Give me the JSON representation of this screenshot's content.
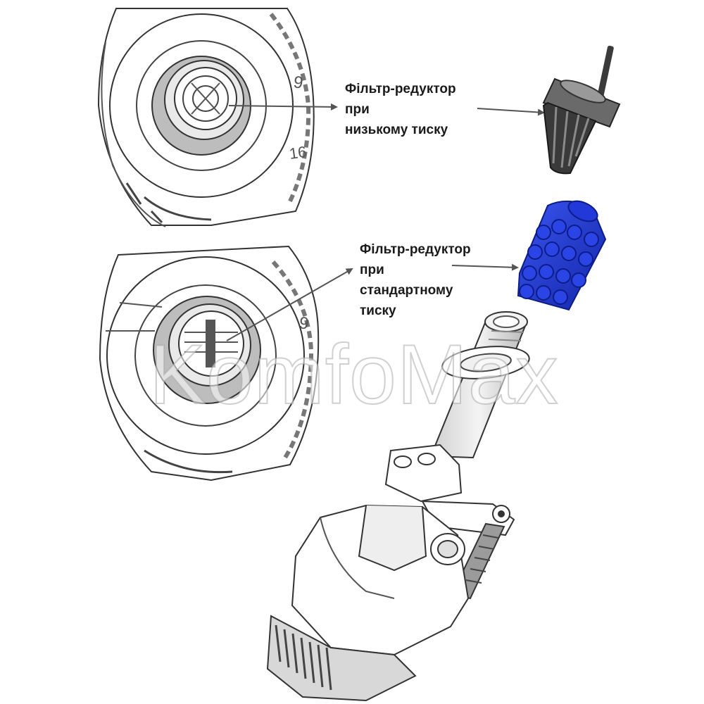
{
  "callouts": {
    "low_pressure": {
      "line1": "Фільтр-редуктор",
      "line2": "при",
      "line3": "низькому тиску"
    },
    "standard_pressure": {
      "line1": "Фільтр-редуктор",
      "line2": "при",
      "line3": "стандартному",
      "line4": "тиску"
    }
  },
  "valve_markings": {
    "top_1": "9",
    "top_2": "16",
    "bottom_1": "9"
  },
  "watermark": "KomfoMax",
  "colors": {
    "line_art": "#3a3a3a",
    "arrow": "#555555",
    "filter_low": "#2b2b2b",
    "filter_standard": "#1d35c9",
    "text": "#1a1a1a"
  }
}
